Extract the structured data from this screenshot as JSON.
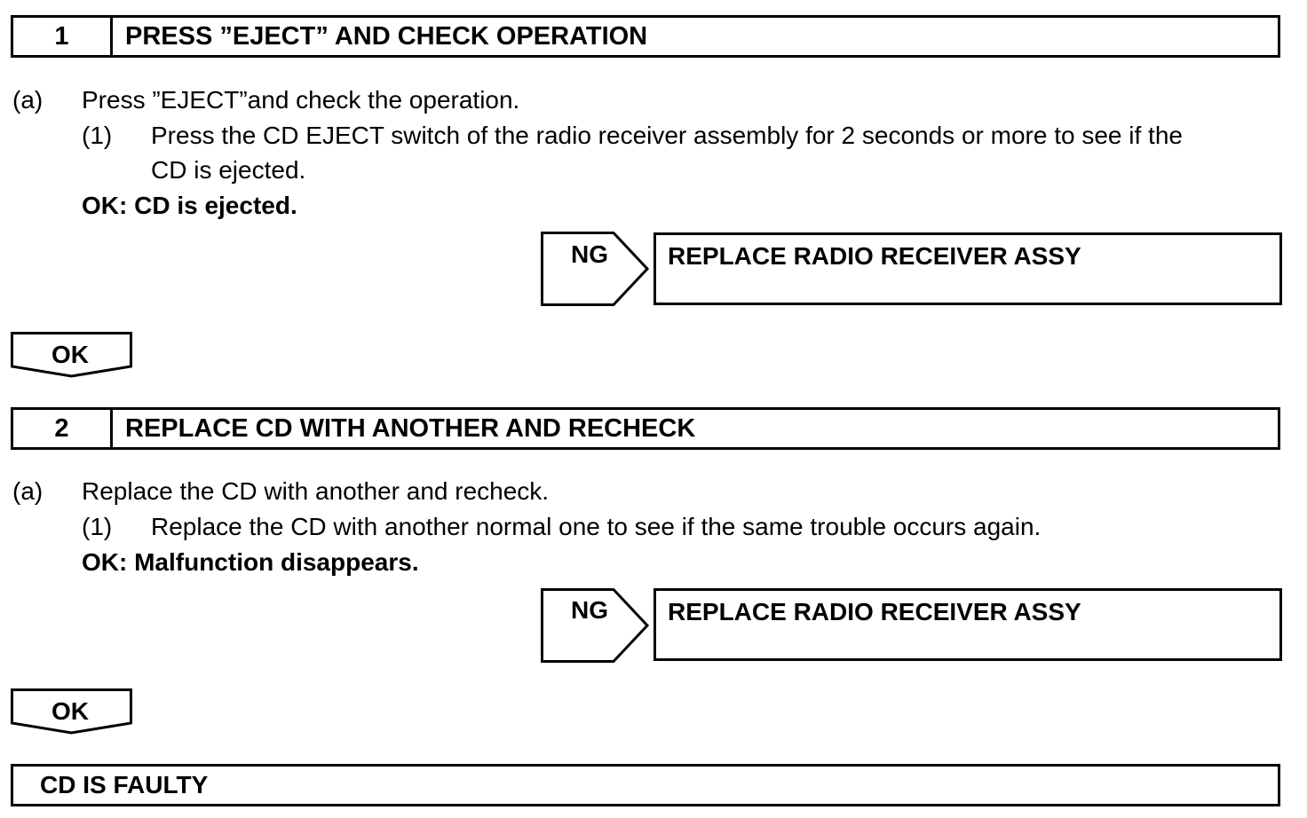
{
  "steps": [
    {
      "number": "1",
      "title": "PRESS ”EJECT” AND CHECK OPERATION",
      "item_a_marker": "(a)",
      "item_a_text": "Press ”EJECT”and check the operation.",
      "sub_marker": "(1)",
      "sub_text_line1": "Press the CD EJECT switch of the radio receiver assembly for 2 seconds or more to see if the",
      "sub_text_line2": "CD is ejected.",
      "ok_criteria": "OK: CD is ejected.",
      "ng_label": "NG",
      "ng_action": "REPLACE RADIO RECEIVER ASSY",
      "ok_label": "OK"
    },
    {
      "number": "2",
      "title": "REPLACE CD WITH ANOTHER AND RECHECK",
      "item_a_marker": "(a)",
      "item_a_text": "Replace the CD with another and recheck.",
      "sub_marker": "(1)",
      "sub_text_line1": "Replace the CD with another normal one to see if the same trouble occurs again.",
      "ok_criteria": "OK: Malfunction disappears.",
      "ng_label": "NG",
      "ng_action": "REPLACE RADIO RECEIVER ASSY",
      "ok_label": "OK"
    }
  ],
  "conclusion": "CD IS FAULTY"
}
